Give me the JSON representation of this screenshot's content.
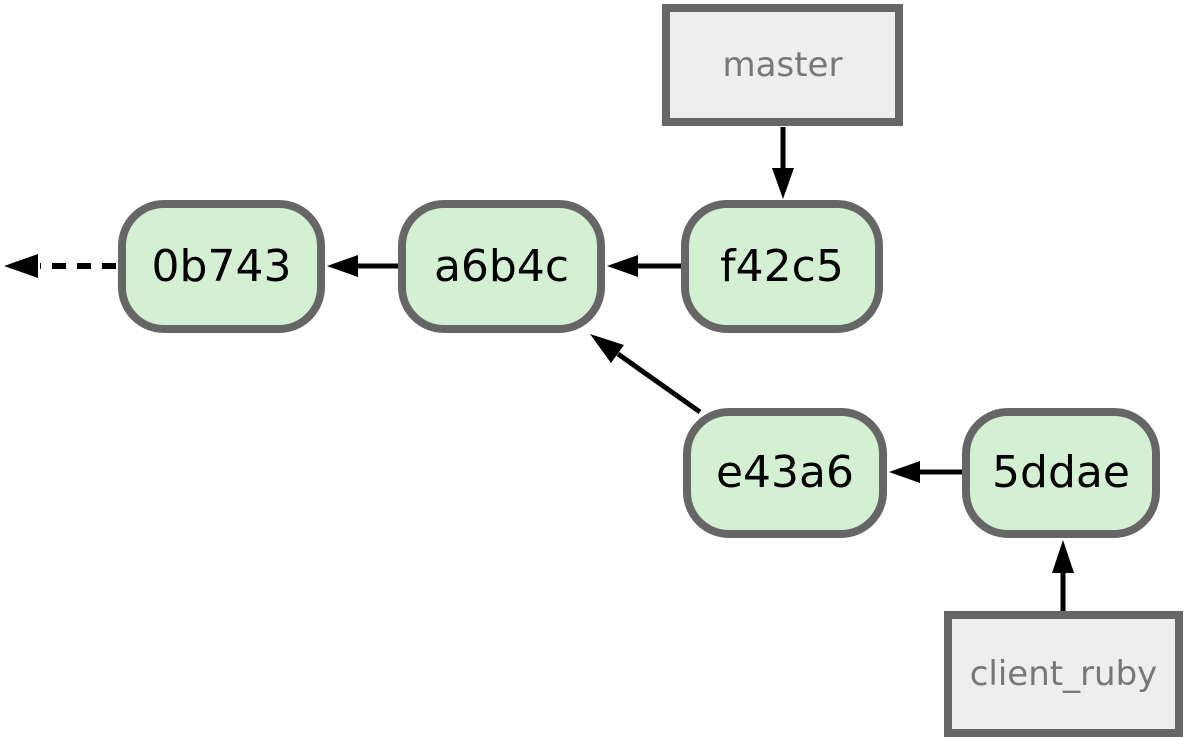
{
  "graph": {
    "type": "git-commit-graph",
    "commits": [
      {
        "id": "0b743",
        "label": "0b743"
      },
      {
        "id": "a6b4c",
        "label": "a6b4c"
      },
      {
        "id": "f42c5",
        "label": "f42c5"
      },
      {
        "id": "e43a6",
        "label": "e43a6"
      },
      {
        "id": "5ddae",
        "label": "5ddae"
      }
    ],
    "branches": [
      {
        "name": "master",
        "points_to": "f42c5"
      },
      {
        "name": "client_ruby",
        "points_to": "5ddae"
      }
    ],
    "edges": [
      {
        "from": "master",
        "to": "f42c5",
        "style": "solid"
      },
      {
        "from": "f42c5",
        "to": "a6b4c",
        "style": "solid"
      },
      {
        "from": "a6b4c",
        "to": "0b743",
        "style": "solid"
      },
      {
        "from": "0b743",
        "to": "earlier-history-offscreen",
        "style": "dashed"
      },
      {
        "from": "e43a6",
        "to": "a6b4c",
        "style": "solid"
      },
      {
        "from": "5ddae",
        "to": "e43a6",
        "style": "solid"
      },
      {
        "from": "client_ruby",
        "to": "5ddae",
        "style": "solid"
      }
    ],
    "colors": {
      "commit_fill": "#d3f0d3",
      "commit_border": "#666666",
      "commit_text": "#000000",
      "branch_fill": "#eeeeee",
      "branch_border": "#666666",
      "branch_text": "#777777",
      "arrow": "#000000",
      "background": "#ffffff"
    }
  }
}
